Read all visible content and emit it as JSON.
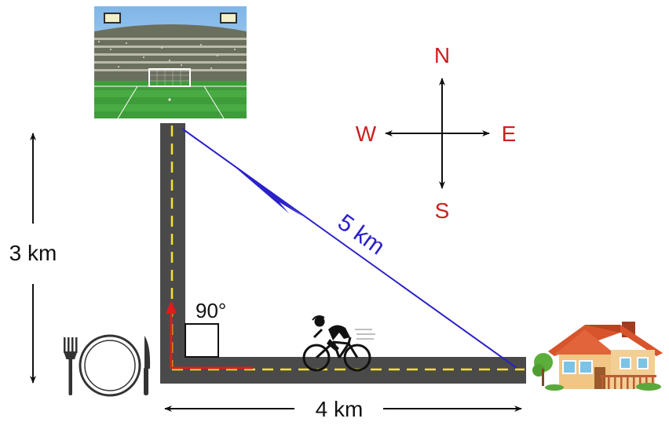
{
  "compass": {
    "north": "N",
    "south": "S",
    "east": "E",
    "west": "W",
    "label_color": "#cc1f1f"
  },
  "measurements": {
    "vertical": "3 km",
    "horizontal": "4 km",
    "diagonal": "5 km",
    "angle": "90°"
  },
  "locations": {
    "top": "stadium",
    "bottom_left": "restaurant-plate",
    "bottom_right": "house"
  },
  "colors": {
    "road": "#4a4a4a",
    "road_line": "#f2e32a",
    "path_arrow": "#e01b1b",
    "diagonal": "#2b21c9"
  }
}
